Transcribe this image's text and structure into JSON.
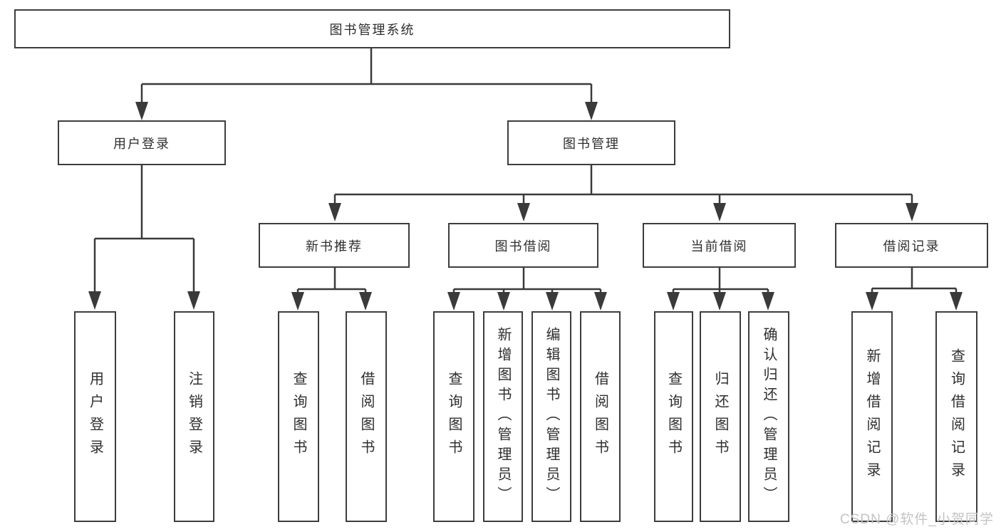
{
  "title": "图书管理系统",
  "watermark": "CSDN @软件_小贺同学",
  "colors": {
    "line": "#3a3a3a",
    "box_border": "#3d3d3d",
    "text": "#2e2e2e",
    "watermark": "#c3c3c3",
    "background": "#ffffff"
  },
  "nodes": {
    "root": "图书管理系统",
    "user_login": "用户登录",
    "book_management": "图书管理",
    "login": "用户登录",
    "logout": "注销登录",
    "new_book_recommend": "新书推荐",
    "book_borrow": "图书借阅",
    "current_borrow": "当前借阅",
    "borrow_records": "借阅记录",
    "nb_query_book": "查询图书",
    "nb_borrow_book": "借阅图书",
    "bb_query_book": "查询图书",
    "bb_add_book": "新增图书（管理员）",
    "bb_edit_book": "编辑图书（管理员）",
    "bb_borrow_book": "借阅图书",
    "cb_query_book": "查询图书",
    "cb_return_book": "归还图书",
    "cb_confirm_return": "确认归还（管理员）",
    "br_add_record": "新增借阅记录",
    "br_query_record": "查询借阅记录"
  },
  "hierarchy": {
    "图书管理系统": {
      "用户登录": [
        "用户登录",
        "注销登录"
      ],
      "图书管理": {
        "新书推荐": [
          "查询图书",
          "借阅图书"
        ],
        "图书借阅": [
          "查询图书",
          "新增图书（管理员）",
          "编辑图书（管理员）",
          "借阅图书"
        ],
        "当前借阅": [
          "查询图书",
          "归还图书",
          "确认归还（管理员）"
        ],
        "借阅记录": [
          "新增借阅记录",
          "查询借阅记录"
        ]
      }
    }
  }
}
